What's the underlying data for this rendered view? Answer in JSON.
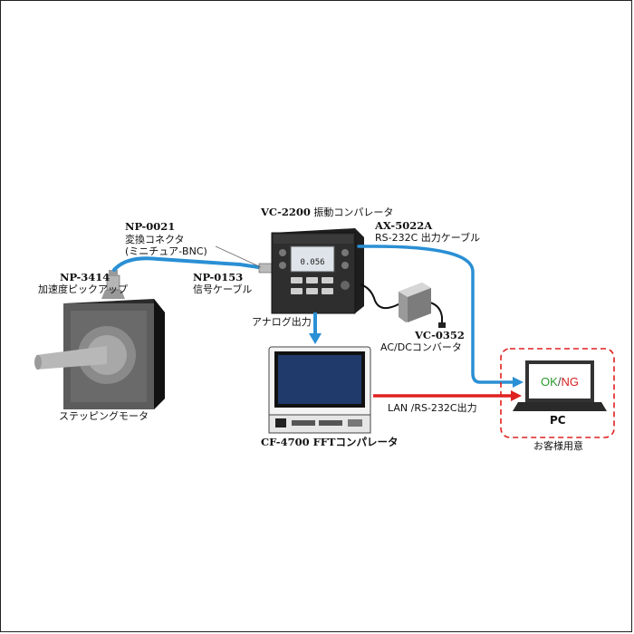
{
  "labels": {
    "vc2200_model": "VC-2200",
    "vc2200_desc": "振動コンパレータ",
    "np0021_model": "NP-0021",
    "np0021_desc1": "変換コネクタ",
    "np0021_desc2": "(ミニチュア-BNC)",
    "np3414_model": "NP-3414",
    "np3414_desc": "加速度ピックアップ",
    "np0153_model": "NP-0153",
    "np0153_desc": "信号ケーブル",
    "ax5022a_model": "AX-5022A",
    "ax5022a_desc": "RS-232C 出力ケーブル",
    "vc0352_model": "VC-0352",
    "vc0352_desc": "AC/DCコンバータ",
    "analog_out": "アナログ出力",
    "motor": "ステッピングモータ",
    "cf4700": "CF-4700 FFTコンパレータ",
    "lan": "LAN /RS-232C出力",
    "pc": "PC",
    "customer": "お客様用意",
    "ok": "OK",
    "slash": "/",
    "ng": "NG",
    "device_display_value": "0.056"
  },
  "colors": {
    "cable_blue": "#2a8fd4",
    "lan_red": "#e02020",
    "pc_dash_border": "#e02020",
    "ok_green": "#2a9a2a",
    "ng_red": "#d42020"
  }
}
